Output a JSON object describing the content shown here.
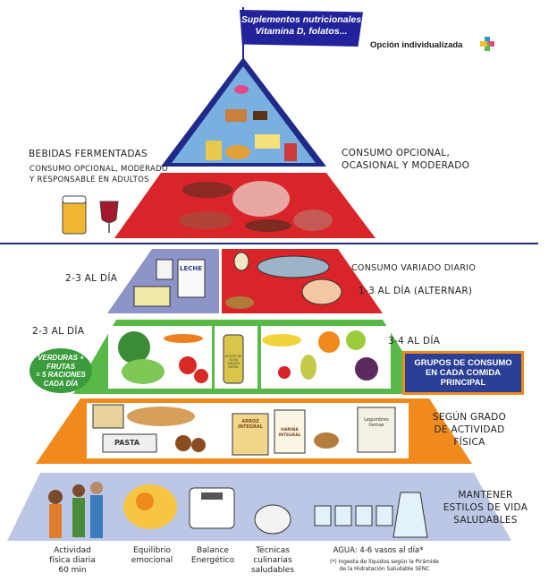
{
  "flag": {
    "line1": "Suplementos nutricionales",
    "line2": "Vitamina D, folatos..."
  },
  "optional_individual": "Opción individualizada",
  "left": {
    "fermented_title": "BEBIDAS FERMENTADAS",
    "fermented_sub1": "CONSUMO OPCIONAL, MODERADO",
    "fermented_sub2": "Y RESPONSABLE EN ADULTOS",
    "dairy_freq": "2-3 AL DÍA",
    "veg_freq": "2-3 AL DÍA",
    "bubble1": "VERDURAS +",
    "bubble2": "FRUTAS",
    "bubble3": "= 5 RACIONES",
    "bubble4": "CADA DÍA"
  },
  "right": {
    "optional1": "CONSUMO OPCIONAL,",
    "optional2": "OCASIONAL Y MODERADO",
    "varied": "CONSUMO VARIADO DIARIO",
    "alternate": "1-3 AL DÍA (ALTERNAR)",
    "fruit_freq": "3-4 AL DÍA",
    "groups_box": "GRUPOS DE CONSUMO EN CADA COMIDA PRINCIPAL",
    "grade1": "SEGÚN GRADO",
    "grade2": "DE ACTIVIDAD",
    "grade3": "FÍSICA",
    "life1": "MANTENER",
    "life2": "ESTILOS DE VIDA",
    "life3": "SALUDABLES"
  },
  "labels": {
    "leche": "LECHE",
    "pasta": "PASTA",
    "arroz": "ARROZ INTEGRAL",
    "harina": "HARINA INTEGRAL",
    "legumbres": "Legumbres tiernas",
    "aceite": "ACEITE DE OLIVA VIRGEN EXTRA"
  },
  "captions": {
    "c1a": "Actividad",
    "c1b": "física diaria",
    "c1c": "60 min",
    "c2a": "Equilibrio",
    "c2b": "emocional",
    "c3a": "Balance",
    "c3b": "Energético",
    "c4a": "Técnicas",
    "c4b": "culinarias",
    "c4c": "saludables",
    "water": "AGUA: 4-6 vasos al día*",
    "foot1": "(*) Ingesta de líquidos según la Pirámide",
    "foot2": "de la Hidratación Saludable SENC"
  },
  "colors": {
    "navy": "#22239a",
    "red_band": "#d9252a",
    "dairy_band": "#8d94c8",
    "green_band": "#58b947",
    "orange_band": "#f08a1c",
    "blue_band": "#bcc7e6",
    "divider": "#262c74"
  }
}
